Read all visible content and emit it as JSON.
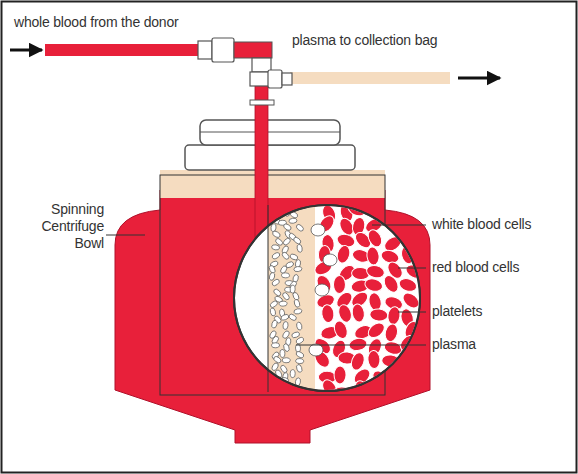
{
  "diagram": {
    "labels": [
      "whole blood from the donor",
      "plasma to collection bag",
      "Spinning Centrifuge Bowl",
      "white blood cells",
      "red blood cells",
      "platelets",
      "plasma"
    ]
  }
}
